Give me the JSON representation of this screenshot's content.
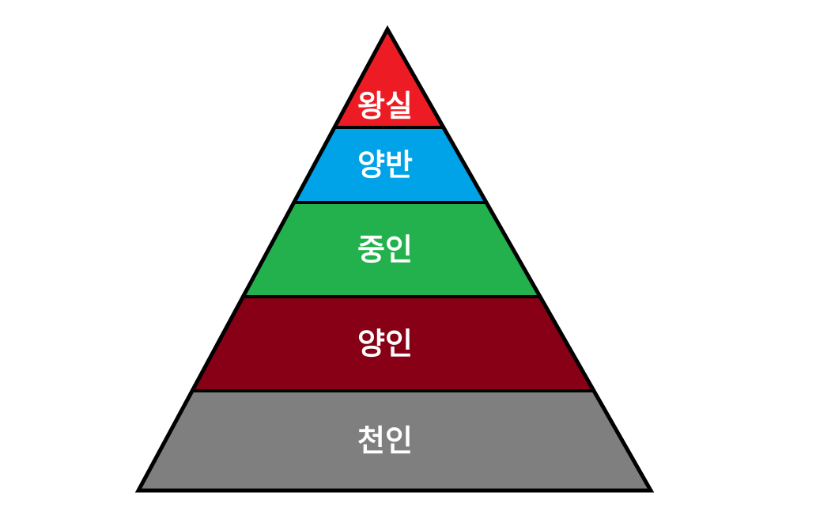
{
  "diagram": {
    "type": "pyramid",
    "outline_color": "#000000",
    "label_color": "#ffffff",
    "tiers": [
      {
        "label": "왕실",
        "color": "#ed1c24"
      },
      {
        "label": "양반",
        "color": "#00a2e8"
      },
      {
        "label": "중인",
        "color": "#22b14c"
      },
      {
        "label": "양인",
        "color": "#880015"
      },
      {
        "label": "천인",
        "color": "#7f7f7f"
      }
    ]
  }
}
